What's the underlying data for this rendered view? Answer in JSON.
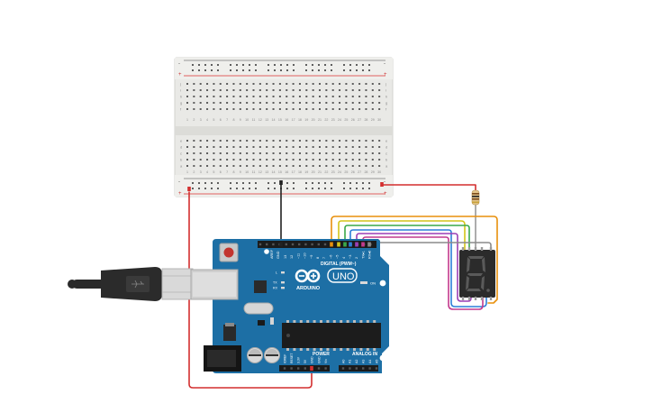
{
  "breadboard": {
    "column_numbers": [
      "1",
      "2",
      "3",
      "4",
      "5",
      "6",
      "7",
      "8",
      "9",
      "10",
      "11",
      "12",
      "13",
      "14",
      "15",
      "16",
      "17",
      "18",
      "19",
      "20",
      "21",
      "22",
      "23",
      "24",
      "25",
      "26",
      "27",
      "28",
      "29",
      "30"
    ],
    "row_letters_top": [
      "j",
      "i",
      "h",
      "g",
      "f"
    ],
    "row_letters_bottom": [
      "e",
      "d",
      "c",
      "b",
      "a"
    ],
    "rail_plus": "+",
    "rail_minus": "-"
  },
  "arduino": {
    "brand": "ARDUINO",
    "model": "UNO",
    "digital_label": "DIGITAL (PWM~)",
    "aref_label": "AREF",
    "gnd_label": "GND",
    "pin_labels": [
      "13",
      "12",
      "~11",
      "~10",
      "~9",
      "8",
      "7",
      "~6",
      "~5",
      "4",
      "~3",
      "2",
      "TX▸1",
      "RX◂0"
    ],
    "l_label": "L",
    "tx_label": "TX",
    "rx_label": "RX",
    "on_label": "ON",
    "power_label": "POWER",
    "power_pins": [
      "IOREF",
      "RESET",
      "3.3V",
      "5V",
      "GND",
      "GND",
      "Vin"
    ],
    "analog_label": "ANALOG IN",
    "analog_pins": [
      "A0",
      "A1",
      "A2",
      "A3",
      "A4",
      "A5"
    ],
    "board_color": "#1d6fa5"
  },
  "display": {
    "digit": "8.",
    "segment_color": "#5a5a5a",
    "body_color": "#2b2b2b"
  },
  "wires": {
    "red": "#d32f2f",
    "black": "#222222",
    "orange": "#e8900c",
    "yellow": "#d4c418",
    "green": "#3aa84a",
    "blue": "#2c7fd8",
    "purple": "#9b3fb5",
    "magenta": "#c23a8e",
    "gray": "#8a8a8a"
  }
}
